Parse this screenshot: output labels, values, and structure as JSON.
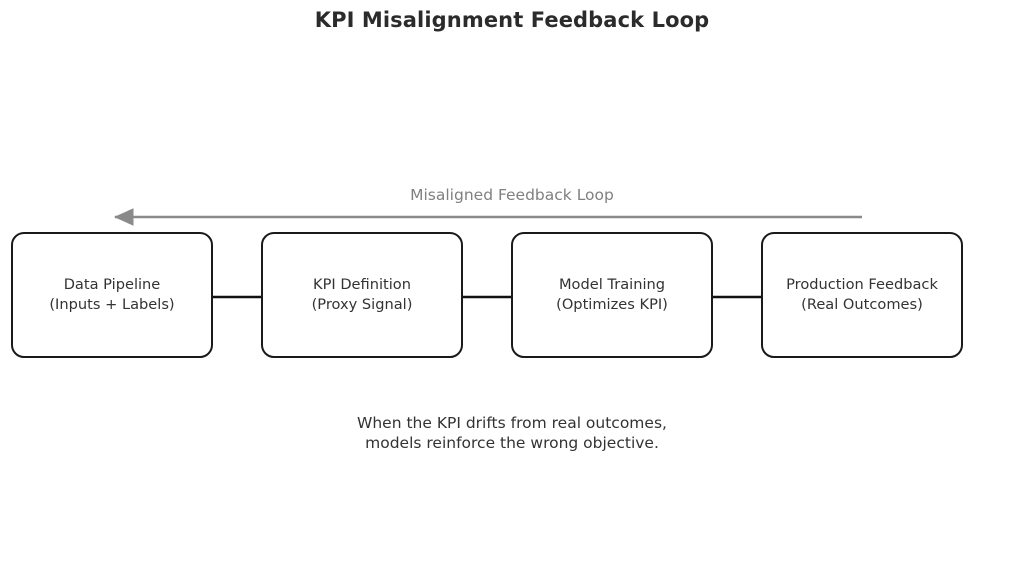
{
  "diagram": {
    "title": "KPI Misalignment Feedback Loop",
    "caption": "When the KPI drifts from real outcomes,\nmodels reinforce the wrong objective.",
    "background_color": "#ffffff",
    "node_border_color": "#1a1a1a",
    "node_text_color": "#333333",
    "title_color": "#2b2b2b",
    "feedback_color": "#808080",
    "forward_arrow_color": "#111111",
    "nodes": [
      {
        "id": "data-pipeline",
        "label": "Data Pipeline\n(Inputs + Labels)",
        "line1": "Data Pipeline",
        "line2": "(Inputs + Labels)"
      },
      {
        "id": "kpi-definition",
        "label": "KPI Definition\n(Proxy Signal)",
        "line1": "KPI Definition",
        "line2": "(Proxy Signal)"
      },
      {
        "id": "model-training",
        "label": "Model Training\n(Optimizes KPI)",
        "line1": "Model Training",
        "line2": "(Optimizes KPI)"
      },
      {
        "id": "production-feedback",
        "label": "Production Feedback\n(Real Outcomes)",
        "line1": "Production Feedback",
        "line2": "(Real Outcomes)"
      }
    ],
    "edges": [
      {
        "from": "data-pipeline",
        "to": "kpi-definition",
        "label": ""
      },
      {
        "from": "kpi-definition",
        "to": "model-training",
        "label": ""
      },
      {
        "from": "model-training",
        "to": "production-feedback",
        "label": ""
      }
    ],
    "feedback_edge": {
      "from": "production-feedback",
      "to": "data-pipeline",
      "label": "Misaligned Feedback Loop"
    }
  }
}
